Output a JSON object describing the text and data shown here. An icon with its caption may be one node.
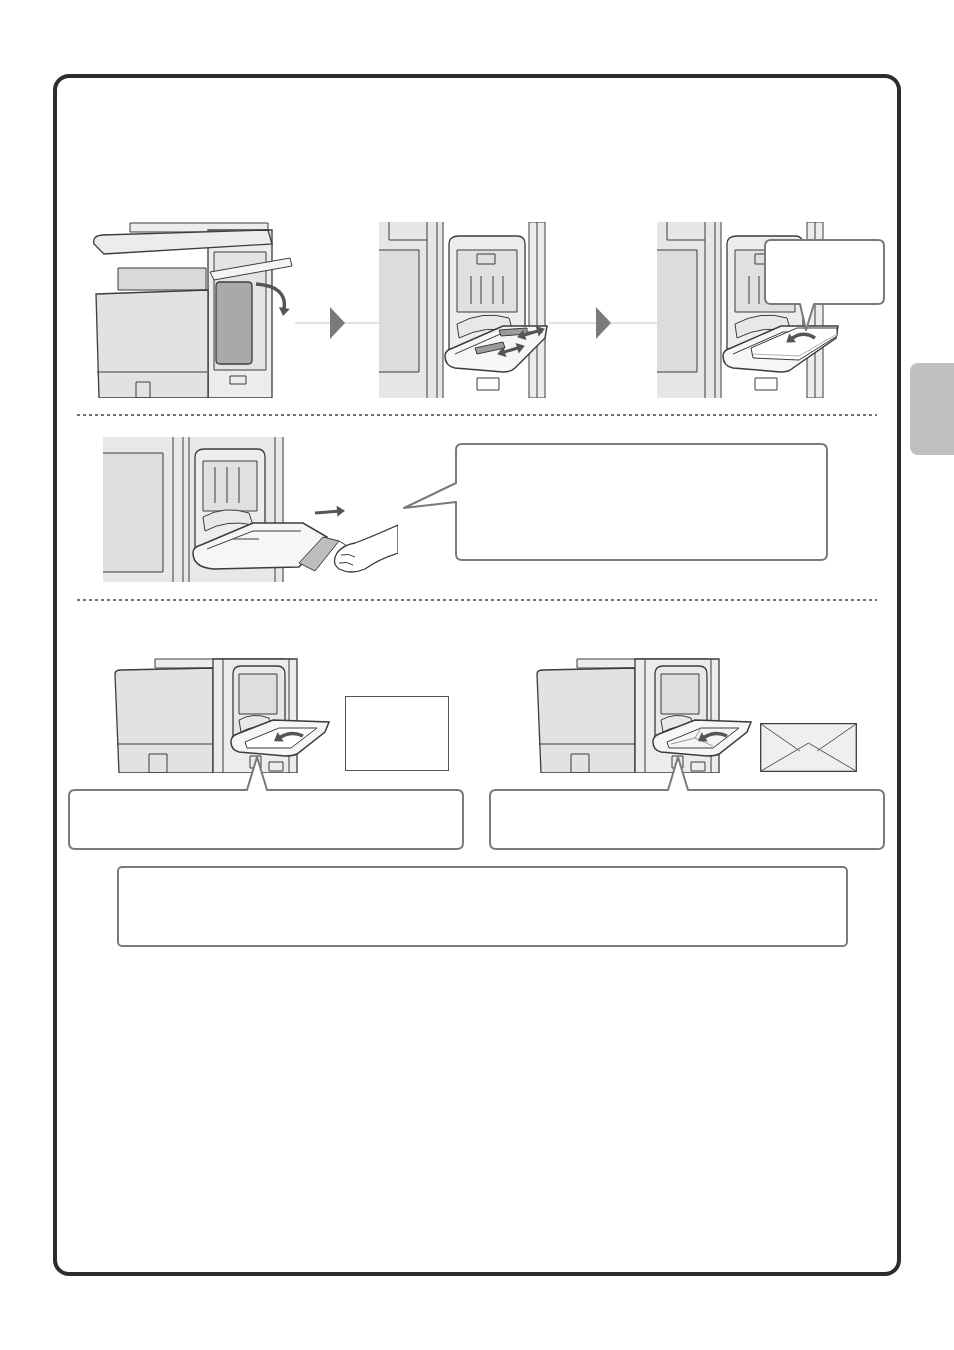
{
  "diagram": {
    "nodes": [
      {
        "text": [],
        "shape": "picture"
      },
      {
        "text": [],
        "shape": "picture"
      },
      {
        "text": [],
        "shape": "picture"
      },
      {
        "text": [],
        "shape": "box"
      },
      {
        "text": [],
        "shape": "picture"
      },
      {
        "text": [],
        "shape": "box"
      },
      {
        "text": [],
        "shape": "picture"
      },
      {
        "text": [],
        "shape": "box"
      },
      {
        "text": [],
        "shape": "picture"
      },
      {
        "text": [],
        "shape": "box"
      },
      {
        "text": [],
        "shape": "box"
      },
      {
        "text": [],
        "shape": "box"
      },
      {
        "text": [],
        "shape": "box"
      }
    ],
    "edges": [
      {
        "from": 0,
        "to": 1,
        "arrow": "to"
      },
      {
        "from": 1,
        "to": 2,
        "arrow": "to"
      }
    ]
  }
}
